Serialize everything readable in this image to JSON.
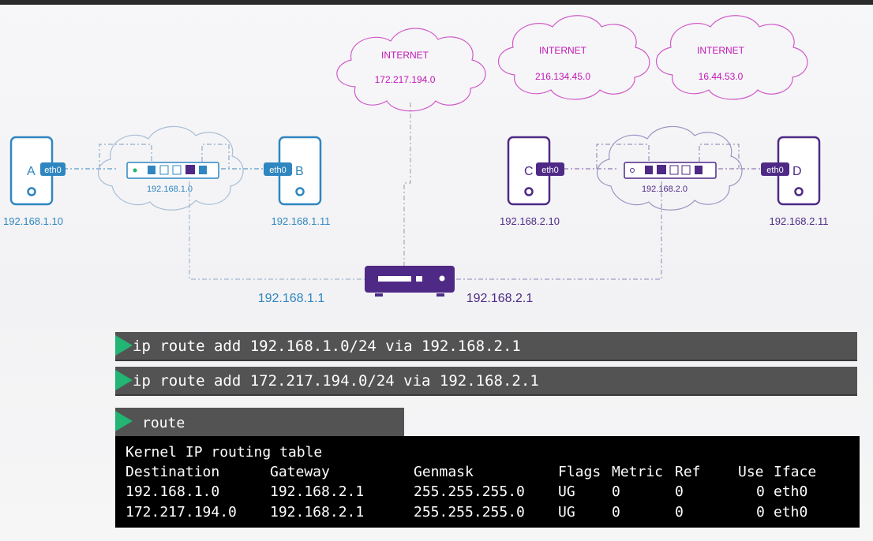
{
  "clouds": [
    {
      "title": "INTERNET",
      "network": "172.217.194.0"
    },
    {
      "title": "INTERNET",
      "network": "216.134.45.0"
    },
    {
      "title": "INTERNET",
      "network": "16.44.53.0"
    }
  ],
  "hosts": [
    {
      "label": "A",
      "iface": "eth0",
      "ip": "192.168.1.10"
    },
    {
      "label": "B",
      "iface": "eth0",
      "ip": "192.168.1.11"
    },
    {
      "label": "C",
      "iface": "eth0",
      "ip": "192.168.2.10"
    },
    {
      "label": "D",
      "iface": "eth0",
      "ip": "192.168.2.11"
    }
  ],
  "switches": [
    {
      "network": "192.168.1.0"
    },
    {
      "network": "192.168.2.0"
    }
  ],
  "router": {
    "ip_left": "192.168.1.1",
    "ip_right": "192.168.2.1"
  },
  "commands": [
    "ip route add 192.168.1.0/24 via 192.168.2.1",
    "ip route add 172.217.194.0/24 via 192.168.2.1"
  ],
  "route_command": "route",
  "routing_table": {
    "title": "Kernel IP routing table",
    "headers": [
      "Destination",
      "Gateway",
      "Genmask",
      "Flags",
      "Metric",
      "Ref",
      "Use",
      "Iface"
    ],
    "rows": [
      [
        "192.168.1.0",
        "192.168.2.1",
        "255.255.255.0",
        "UG",
        "0",
        "0",
        "0",
        "eth0"
      ],
      [
        "172.217.194.0",
        "192.168.2.1",
        "255.255.255.0",
        "UG",
        "0",
        "0",
        "0",
        "eth0"
      ]
    ]
  },
  "colors": {
    "blue": "#2f86c0",
    "purple": "#4e2a86",
    "magenta": "#c217b5",
    "green": "#22b573"
  }
}
